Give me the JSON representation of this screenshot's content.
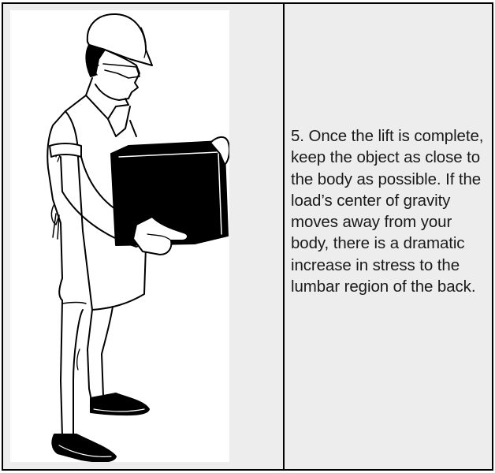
{
  "document": {
    "layout": "two-column-table",
    "colors": {
      "background": "#ededed",
      "border": "#000000",
      "text": "#1a1a1a",
      "illustration_bg": "#ffffff"
    }
  },
  "left_cell": {
    "illustration": {
      "icon": "worker-carrying-box-illustration",
      "subject": "Worker in hard hat, safety glasses, apron and gloves holding a black box close to the body"
    }
  },
  "right_cell": {
    "step_number": "5.",
    "instruction_text": "5. Once the lift is complete, keep the object as close to the body as possible. If the load’s center of gravity moves away from your body, there is a dramatic increase in stress to the lumbar region of the back."
  }
}
